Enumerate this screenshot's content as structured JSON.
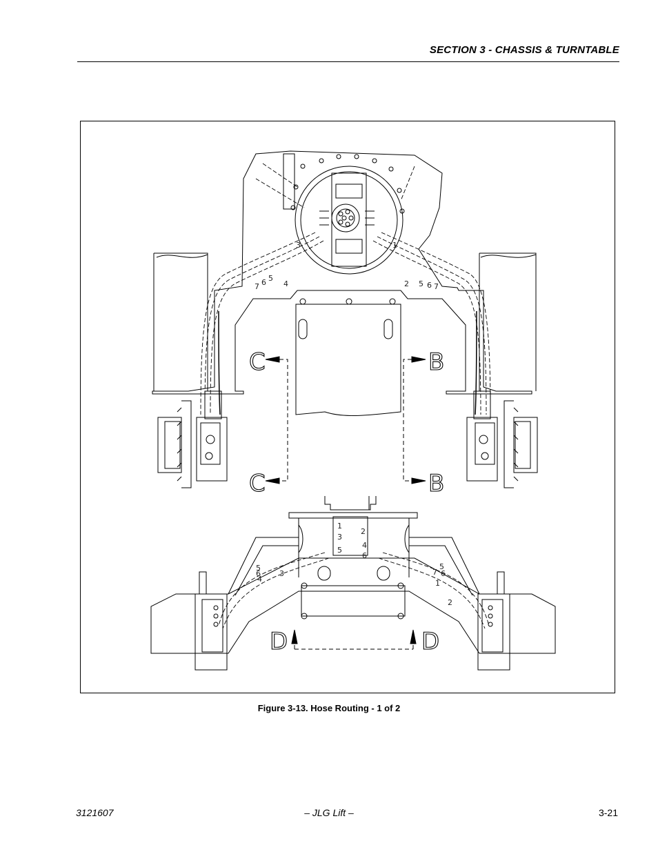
{
  "header": {
    "section_title": "SECTION 3 - CHASSIS & TURNTABLE"
  },
  "figure": {
    "caption": "Figure 3-13.  Hose Routing - 1 of 2",
    "view_letters": {
      "b": "B",
      "c": "C",
      "d": "D"
    },
    "hose_numbers": {
      "n1": "1",
      "n2": "2",
      "n3": "3",
      "n4": "4",
      "n5": "5",
      "n6": "6",
      "n7": "7"
    }
  },
  "footer": {
    "doc_number": "3121607",
    "publisher": "– JLG Lift –",
    "page_number": "3-21"
  }
}
